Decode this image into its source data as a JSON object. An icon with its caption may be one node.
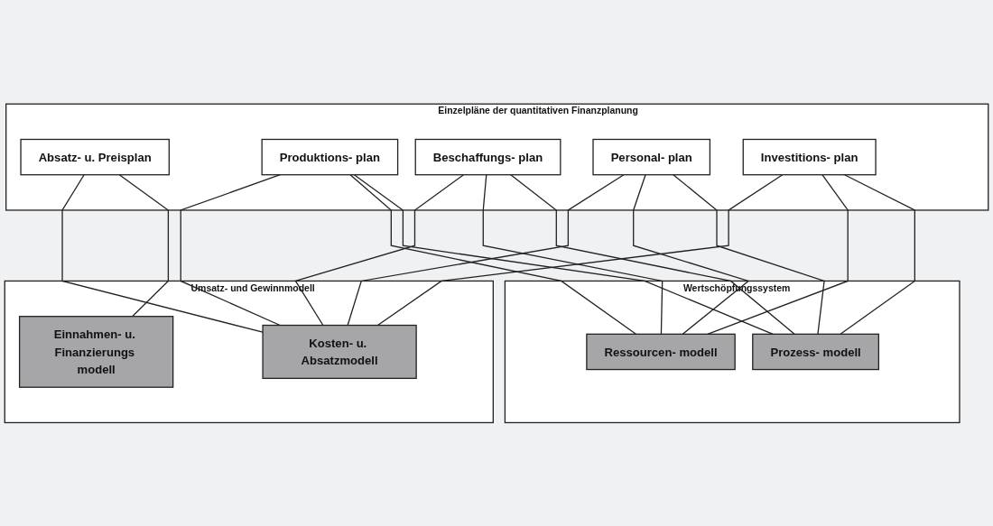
{
  "diagram": {
    "nodes": [
      {
        "text": [
          "Einzelpläne der quantitativen Finanzplanung"
        ]
      },
      {
        "text": [
          "Absatz- u. Preisplan"
        ],
        "in": 0
      },
      {
        "text": [
          "Produktions- plan"
        ],
        "in": 0
      },
      {
        "text": [
          "Beschaffungs- plan"
        ],
        "in": 0
      },
      {
        "text": [
          "Personal- plan"
        ],
        "in": 0
      },
      {
        "text": [
          "Investitions- plan"
        ],
        "in": 0
      },
      {
        "text": [
          "Umsatz- und Gewinnmodell"
        ]
      },
      {
        "text": [
          "Kosten- u. Absatzmodell"
        ],
        "in": 6
      },
      {
        "text": [
          "Einnahmen- u. Finanzierungs modell"
        ],
        "in": 6
      },
      {
        "text": [
          "Wertschöpfungssystem"
        ]
      },
      {
        "text": [
          "Ressourcen- modell"
        ],
        "in": 9
      },
      {
        "text": [
          "Prozess- modell"
        ],
        "in": 9
      }
    ],
    "edges": [
      {
        "from": 1,
        "to": 7,
        "arrow": "none"
      },
      {
        "from": 1,
        "to": 8,
        "arrow": "none"
      },
      {
        "from": 2,
        "to": 7,
        "arrow": "none"
      },
      {
        "from": 2,
        "to": 10,
        "arrow": "none"
      },
      {
        "from": 2,
        "to": 11,
        "arrow": "none"
      },
      {
        "from": 3,
        "to": 7,
        "arrow": "none"
      },
      {
        "from": 3,
        "to": 10,
        "arrow": "none"
      },
      {
        "from": 3,
        "to": 11,
        "arrow": "none"
      },
      {
        "from": 4,
        "to": 7,
        "arrow": "none"
      },
      {
        "from": 4,
        "to": 10,
        "arrow": "none"
      },
      {
        "from": 4,
        "to": 11,
        "arrow": "none"
      },
      {
        "from": 5,
        "to": 7,
        "arrow": "none"
      },
      {
        "from": 5,
        "to": 10,
        "arrow": "none"
      },
      {
        "from": 5,
        "to": 11,
        "arrow": "none"
      }
    ]
  }
}
